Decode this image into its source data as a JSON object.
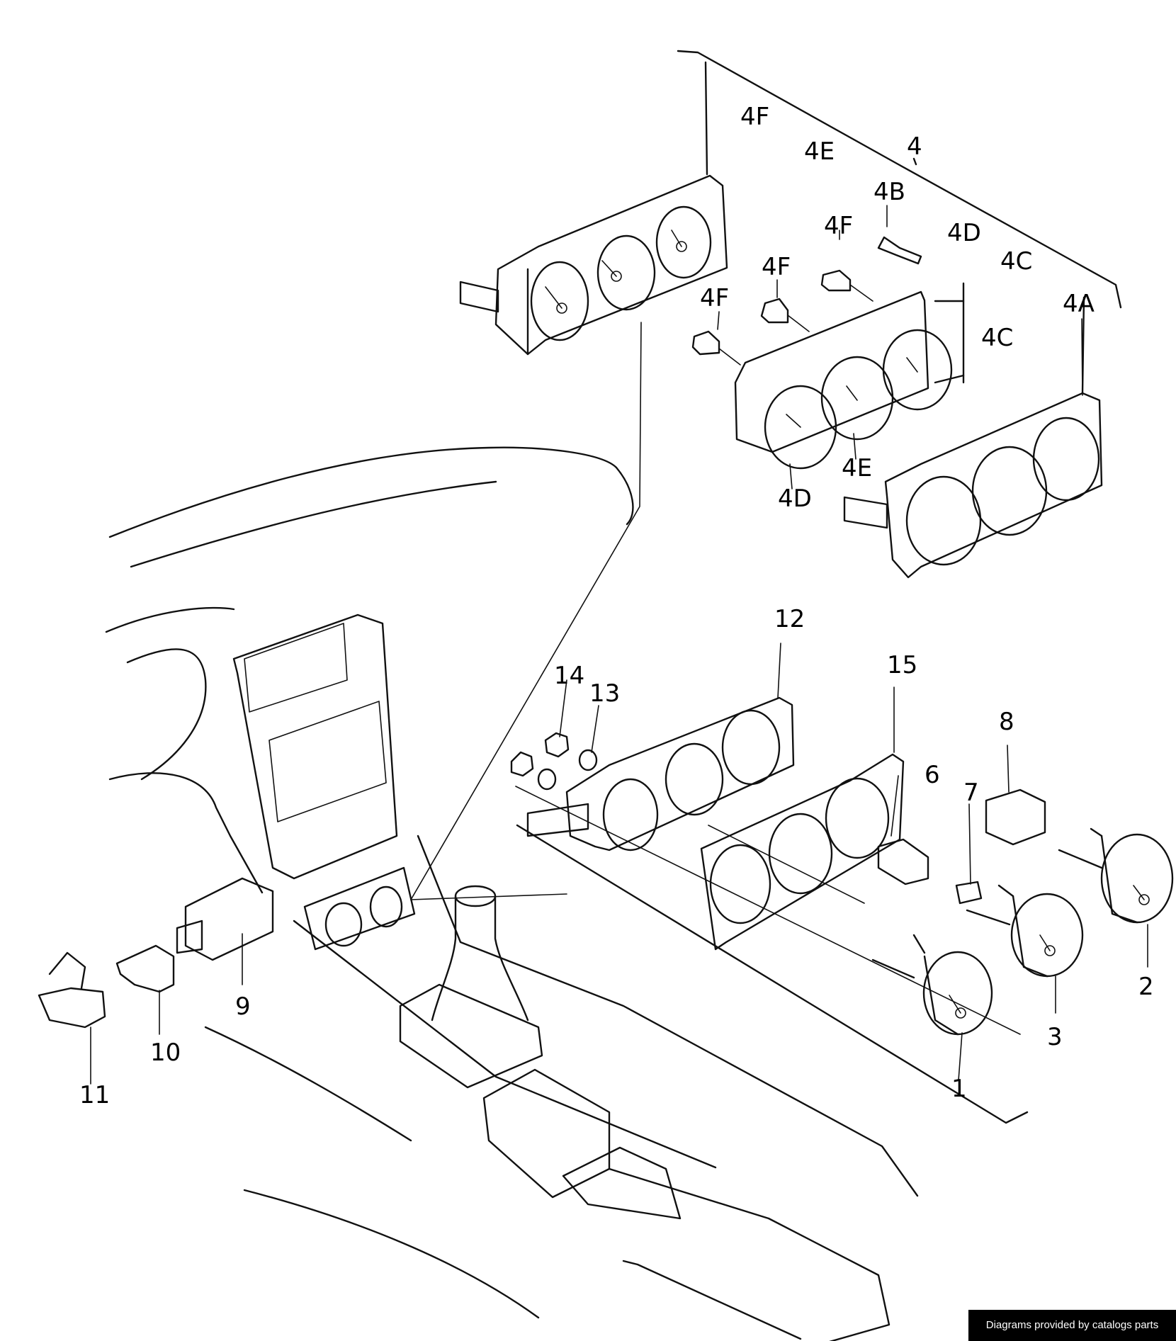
{
  "labels": {
    "p1": "1",
    "p2": "2",
    "p3": "3",
    "p4": "4",
    "p4a": "4A",
    "p4b": "4B",
    "p4c_top": "4C",
    "p4c_brace": "4C",
    "p4d_top": "4D",
    "p4d_bottom": "4D",
    "p4e_top": "4E",
    "p4e_bottom": "4E",
    "p4f_top": "4F",
    "p4f_a": "4F",
    "p4f_b": "4F",
    "p4f_c": "4F",
    "p6": "6",
    "p7": "7",
    "p8": "8",
    "p9": "9",
    "p10": "10",
    "p11": "11",
    "p12": "12",
    "p13": "13",
    "p14": "14",
    "p15": "15"
  },
  "credit": "Diagrams provided by catalogs parts"
}
